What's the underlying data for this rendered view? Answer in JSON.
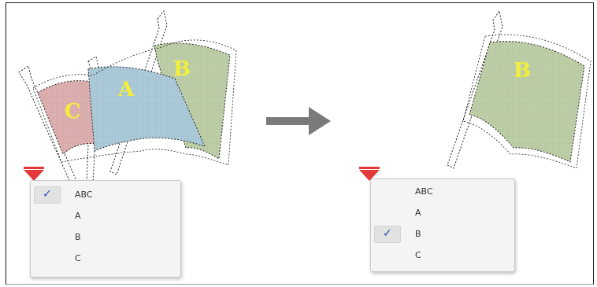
{
  "scene": {
    "before": {
      "flags": [
        {
          "letter": "C",
          "fill": "#d9a8a8"
        },
        {
          "letter": "A",
          "fill": "#a4c4d4"
        },
        {
          "letter": "B",
          "fill": "#b7c9a0"
        }
      ]
    },
    "after": {
      "flags": [
        {
          "letter": "B",
          "fill": "#b7c9a0"
        }
      ]
    },
    "letter_color": "#f2ee3a",
    "arrow_color": "#7a7a7a",
    "trigger_color": "#e23a3a"
  },
  "menus": {
    "left": {
      "items": [
        {
          "label": "ABC",
          "checked": true
        },
        {
          "label": "A",
          "checked": false
        },
        {
          "label": "B",
          "checked": false
        },
        {
          "label": "C",
          "checked": false
        }
      ]
    },
    "right": {
      "items": [
        {
          "label": "ABC",
          "checked": false
        },
        {
          "label": "A",
          "checked": false
        },
        {
          "label": "B",
          "checked": true
        },
        {
          "label": "C",
          "checked": false
        }
      ]
    }
  },
  "check_glyph": "✓",
  "check_color": "#2c49b0"
}
